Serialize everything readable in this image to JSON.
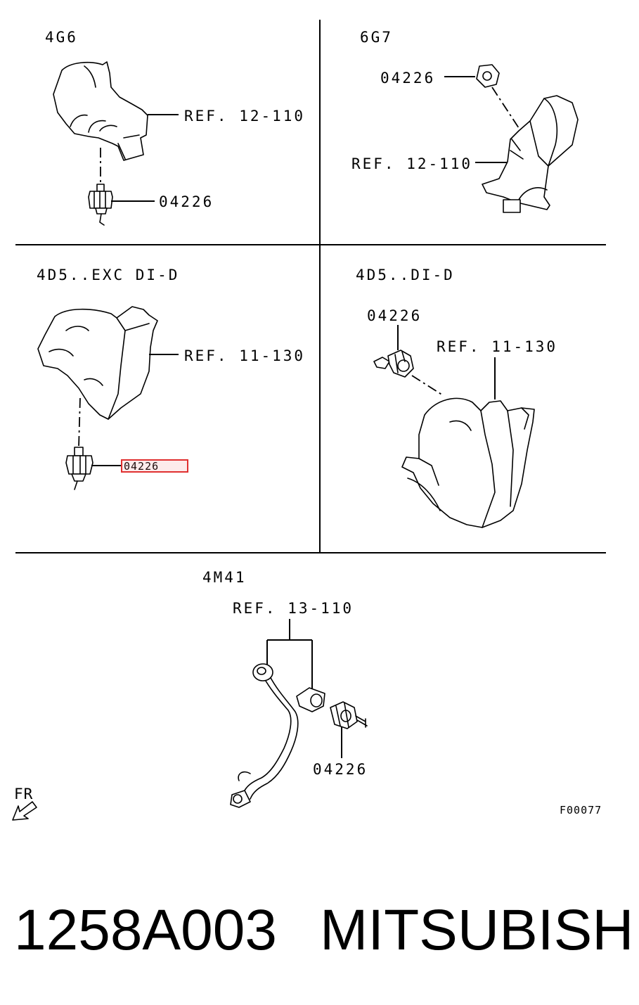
{
  "panels": [
    {
      "engine": "4G6",
      "ref": "REF. 12-110",
      "part": "04226"
    },
    {
      "engine": "6G7",
      "ref": "REF. 12-110",
      "part": "04226"
    },
    {
      "engine": "4D5..EXC DI-D",
      "ref": "REF. 11-130",
      "part": "04226"
    },
    {
      "engine": "4D5..DI-D",
      "ref": "REF. 11-130",
      "part": "04226"
    },
    {
      "engine": "4M41",
      "ref": "REF. 13-110",
      "part": "04226"
    }
  ],
  "front_marker": "FR",
  "figure_code": "F00077",
  "footer": {
    "part_number": "1258A003",
    "brand": "MITSUBISHI"
  },
  "highlight": {
    "part": "04226",
    "color": "#e03030"
  },
  "icons": [
    "front-direction-arrow-icon",
    "oil-pressure-switch-icon"
  ]
}
